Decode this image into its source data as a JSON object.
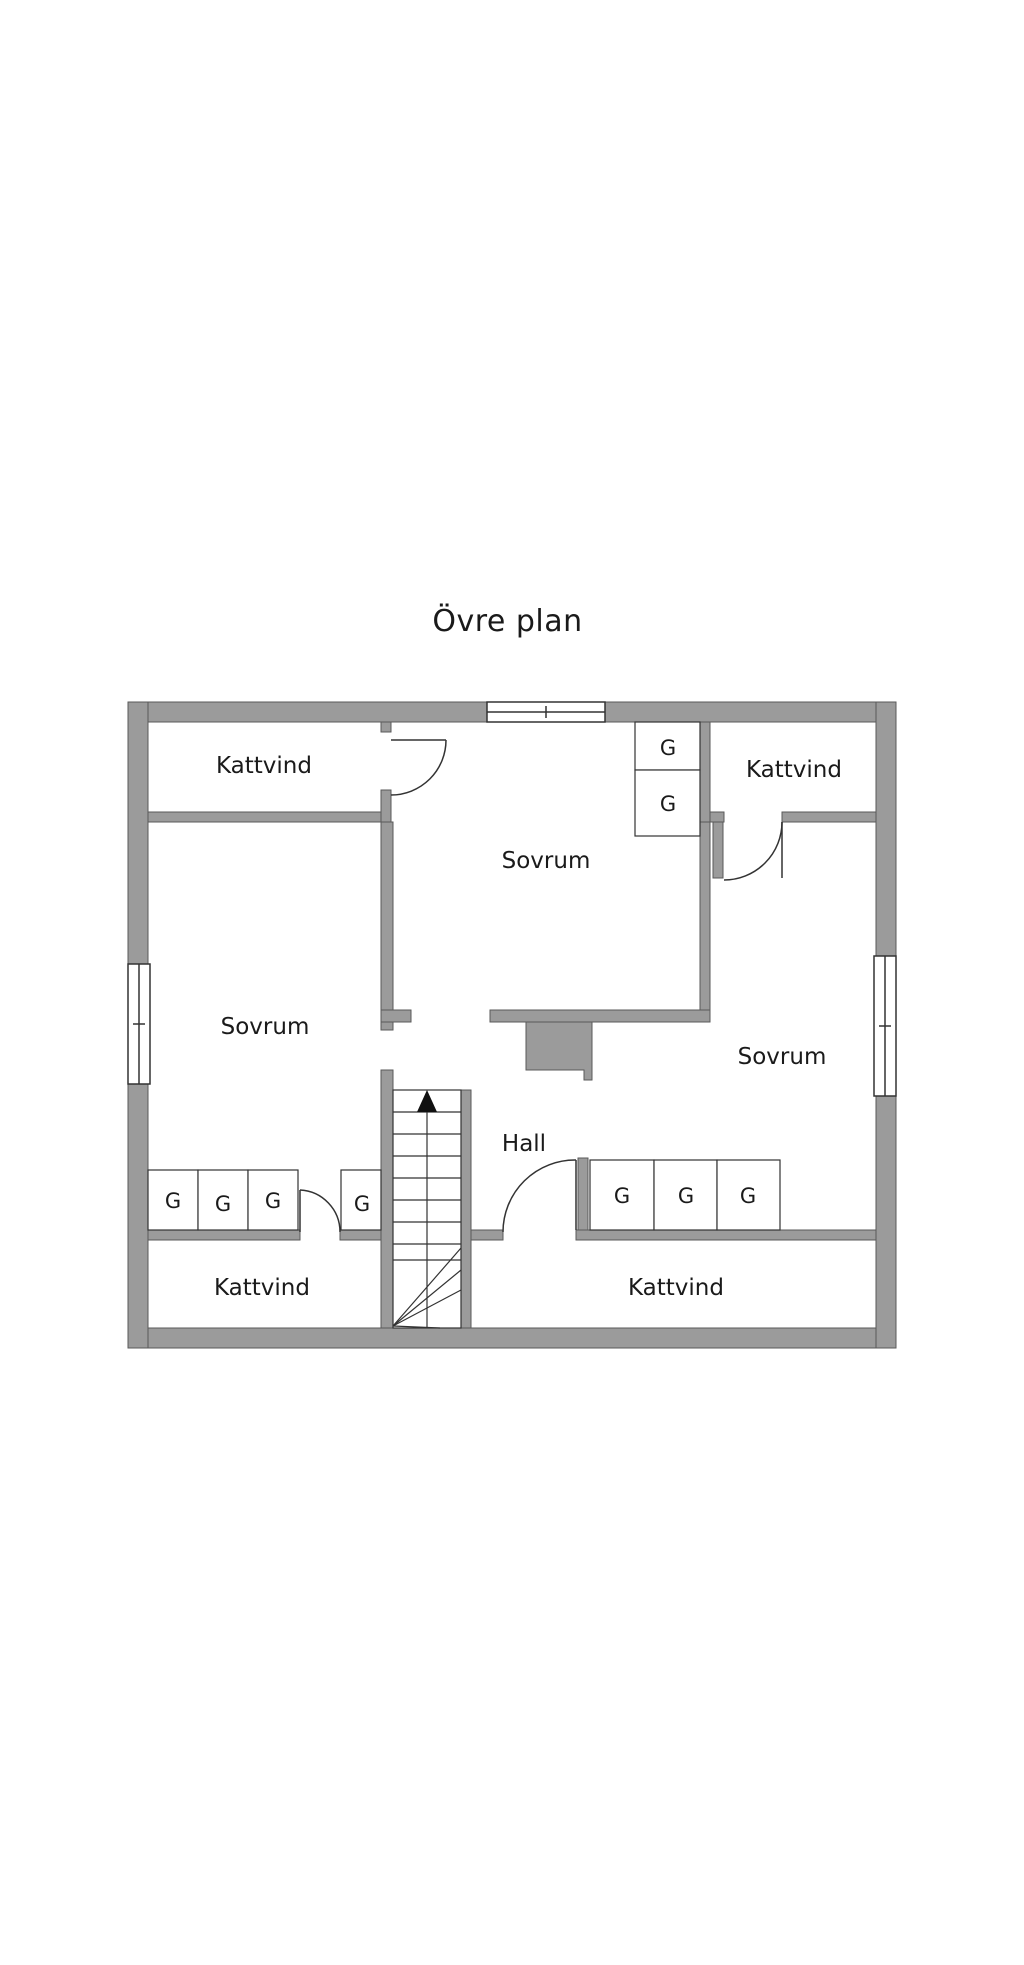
{
  "title": "Övre plan",
  "colors": {
    "wall": "#9b9b9b",
    "wall_stroke": "#5a5a5a",
    "line": "#333333",
    "background": "#ffffff"
  },
  "rooms": {
    "kattvind_top_left": "Kattvind",
    "kattvind_top_right": "Kattvind",
    "sovrum_top": "Sovrum",
    "sovrum_left": "Sovrum",
    "sovrum_right": "Sovrum",
    "hall": "Hall",
    "kattvind_bottom_left": "Kattvind",
    "kattvind_bottom_right": "Kattvind"
  },
  "wardrobe_mark": "G",
  "wardrobes": {
    "top": [
      "G",
      "G"
    ],
    "bottom_left": [
      "G",
      "G",
      "G"
    ],
    "bottom_single": [
      "G"
    ],
    "bottom_right": [
      "G",
      "G",
      "G"
    ]
  }
}
